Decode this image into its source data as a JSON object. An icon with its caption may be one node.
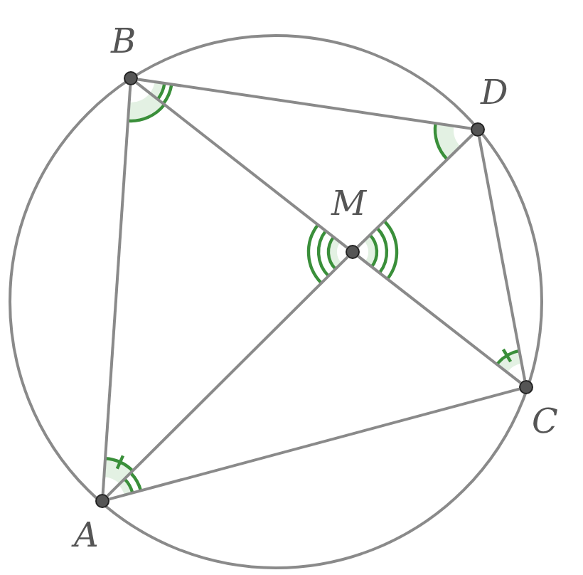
{
  "diagram": {
    "nodes": [
      {
        "text": [
          "B"
        ]
      },
      {
        "text": [
          "D"
        ]
      },
      {
        "text": [
          "M"
        ]
      },
      {
        "text": [
          "C"
        ]
      },
      {
        "text": [
          "A"
        ]
      }
    ],
    "edges": [
      {
        "from": 0,
        "to": 1,
        "arrow": "none"
      },
      {
        "from": 1,
        "to": 3,
        "arrow": "none"
      },
      {
        "from": 3,
        "to": 4,
        "arrow": "none"
      },
      {
        "from": 4,
        "to": 0,
        "arrow": "none"
      },
      {
        "from": 0,
        "to": 2,
        "arrow": "none"
      },
      {
        "from": 2,
        "to": 3,
        "arrow": "none"
      },
      {
        "from": 4,
        "to": 2,
        "arrow": "none"
      },
      {
        "from": 2,
        "to": 1,
        "arrow": "none"
      }
    ]
  }
}
